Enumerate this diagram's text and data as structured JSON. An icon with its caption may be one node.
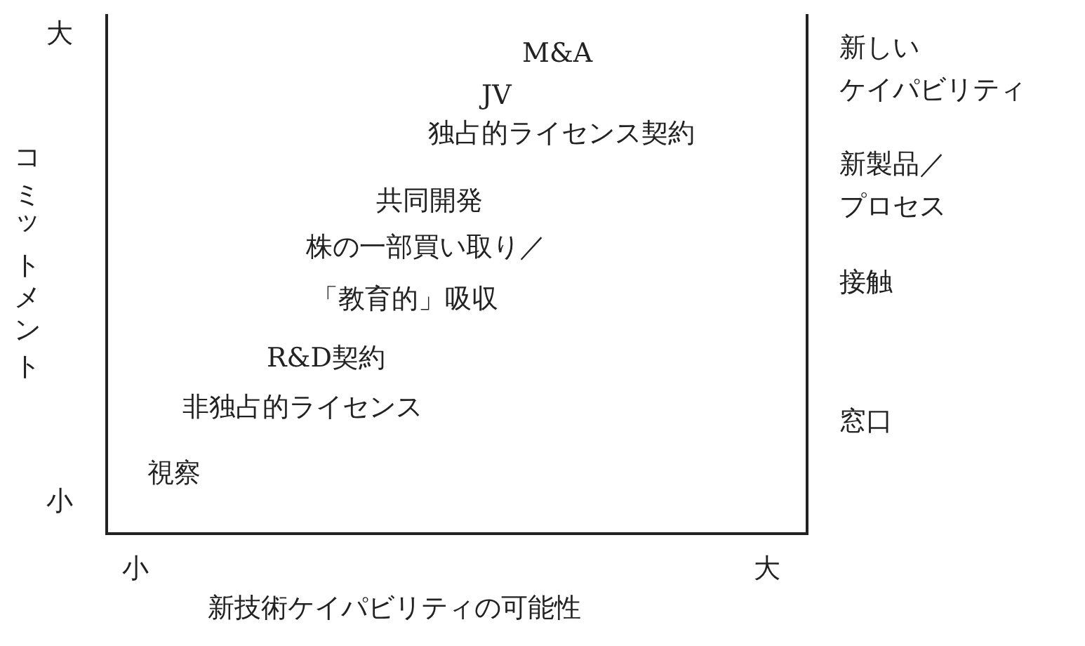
{
  "diagram": {
    "labels": [
      "大",
      "M&A",
      "新しい",
      "JV",
      "ケイパビリティ",
      "独占的ライセンス契約",
      "新製品／",
      "コミットメント",
      "共同開発",
      "プロセス",
      "株の一部買い取り／",
      "接触",
      "「教育的」吸収",
      "R&D契約",
      "非独占的ライセンス",
      "窓口",
      "視察",
      "小",
      "小",
      "大",
      "新技術ケイパビリティの可能性"
    ]
  }
}
